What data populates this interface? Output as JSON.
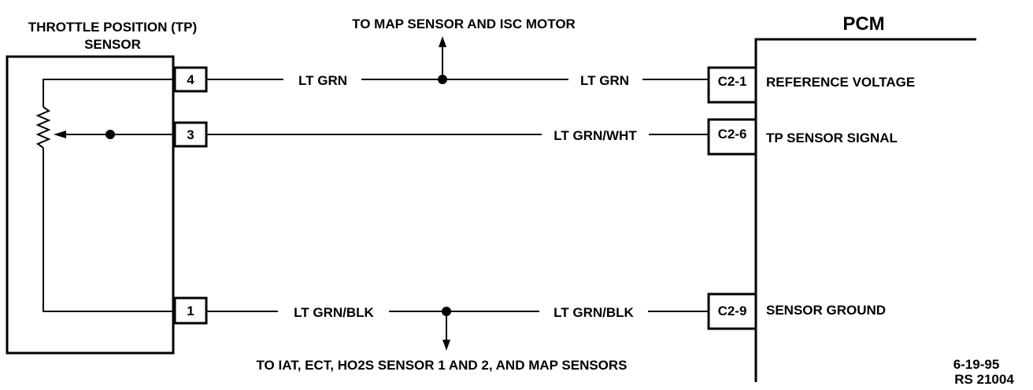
{
  "sensor": {
    "title_line1": "THROTTLE POSITION (TP)",
    "title_line2": "SENSOR",
    "pins": {
      "pin4": "4",
      "pin3": "3",
      "pin1": "1"
    }
  },
  "pcm": {
    "title": "PCM",
    "pins": {
      "c2_1": "C2-1",
      "c2_6": "C2-6",
      "c2_9": "C2-9"
    },
    "circuits": {
      "ref_voltage": "REFERENCE VOLTAGE",
      "tp_signal": "TP SENSOR SIGNAL",
      "sensor_ground": "SENSOR GROUND"
    }
  },
  "wires": {
    "ref_left": "LT GRN",
    "ref_right": "LT GRN",
    "signal": "LT GRN/WHT",
    "ground_left": "LT GRN/BLK",
    "ground_right": "LT GRN/BLK"
  },
  "splices": {
    "top_note": "TO MAP SENSOR AND ISC MOTOR",
    "bottom_note": "TO IAT, ECT, HO2S SENSOR 1 AND 2, AND MAP SENSORS"
  },
  "footer": {
    "date": "6-19-95",
    "ref": "RS 21004"
  }
}
